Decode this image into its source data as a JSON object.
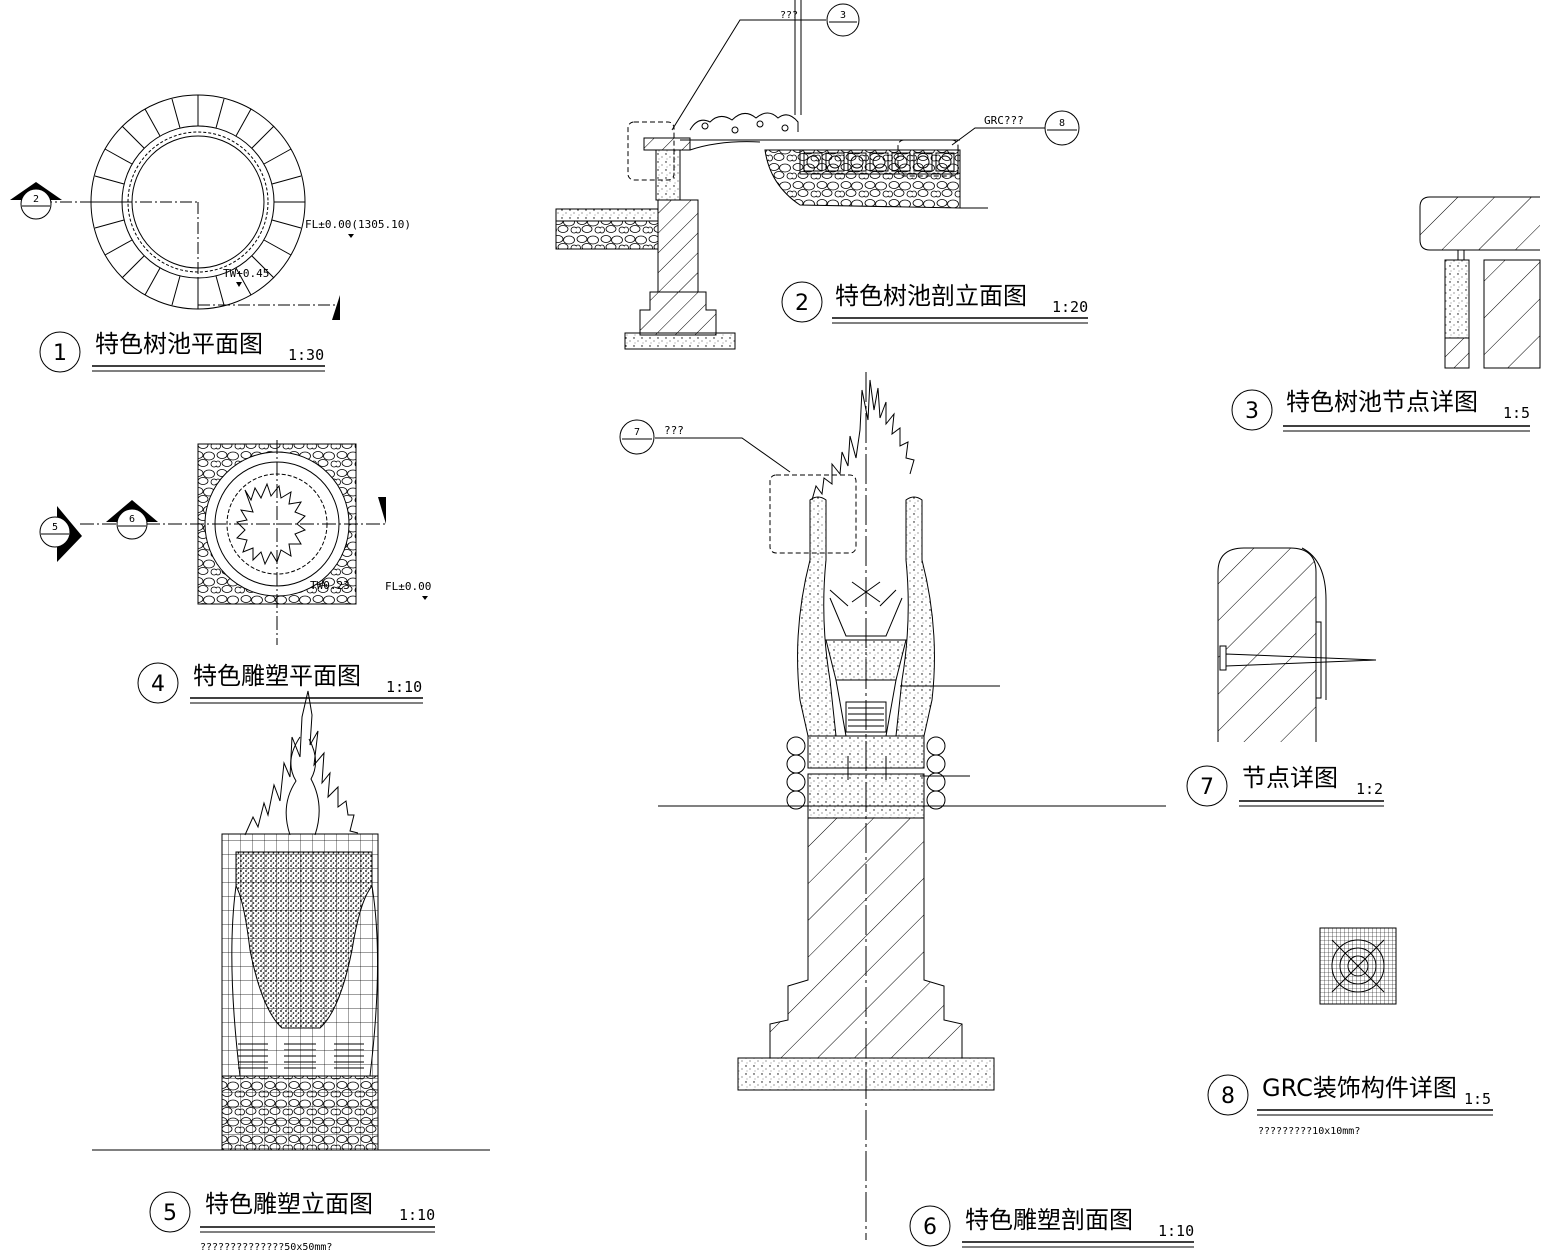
{
  "drawings": [
    {
      "num": "1",
      "title": "特色树池平面图",
      "scale": "1:30"
    },
    {
      "num": "2",
      "title": "特色树池剖立面图",
      "scale": "1:20"
    },
    {
      "num": "3",
      "title": "特色树池节点详图",
      "scale": "1:5"
    },
    {
      "num": "4",
      "title": "特色雕塑平面图",
      "scale": "1:10"
    },
    {
      "num": "5",
      "title": "特色雕塑立面图",
      "scale": "1:10"
    },
    {
      "num": "6",
      "title": "特色雕塑剖面图",
      "scale": "1:10"
    },
    {
      "num": "7",
      "title": "节点详图",
      "scale": "1:2"
    },
    {
      "num": "8",
      "title": "GRC装饰构件详图",
      "scale": "1:5"
    }
  ],
  "annotations": {
    "fl_plan1": "FL±0.00(1305.10)",
    "tw_plan1": "TW+0.45",
    "section_mark_2": "2",
    "callout_3_num": "3",
    "callout_3_text": "???",
    "callout_8_num": "8",
    "callout_8_text": "GRC???",
    "section_mark_5": "5",
    "section_mark_6": "6",
    "fl_plan4": "FL±0.00",
    "tw_plan4": "TW0.23",
    "callout_7_num": "7",
    "callout_7_text": "???",
    "note_5": "??????????????50x50mm?",
    "note_8": "?????????10x10mm?"
  }
}
